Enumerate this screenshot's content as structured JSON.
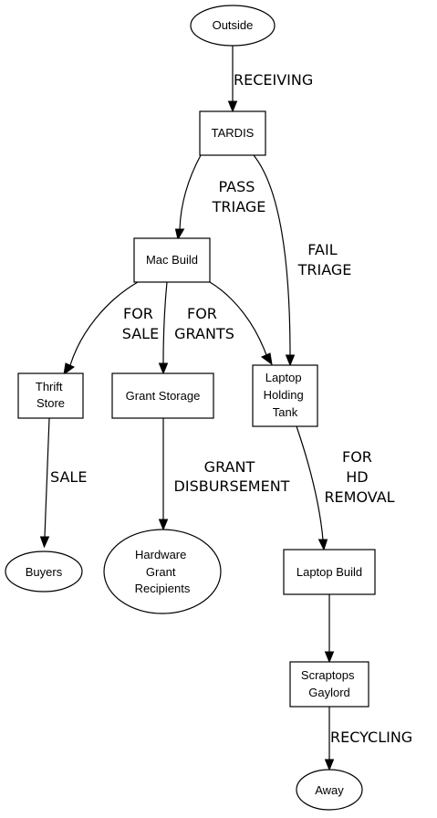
{
  "nodes": {
    "outside": "Outside",
    "tardis": "TARDIS",
    "mac_build": "Mac Build",
    "thrift_store": [
      "Thrift",
      "Store"
    ],
    "grant_storage": "Grant Storage",
    "laptop_holding_tank": [
      "Laptop",
      "Holding",
      "Tank"
    ],
    "buyers": "Buyers",
    "hardware_grant_recipients": [
      "Hardware",
      "Grant",
      "Recipients"
    ],
    "laptop_build": "Laptop Build",
    "scraptops_gaylord": [
      "Scraptops",
      "Gaylord"
    ],
    "away": "Away"
  },
  "edges": {
    "receiving": "RECEIVING",
    "pass_triage": [
      "PASS",
      "TRIAGE"
    ],
    "fail_triage": [
      "FAIL",
      "TRIAGE"
    ],
    "for_sale": [
      "FOR",
      "SALE"
    ],
    "for_grants": [
      "FOR",
      "GRANTS"
    ],
    "sale": "SALE",
    "grant_disbursement": [
      "GRANT",
      "DISBURSEMENT"
    ],
    "for_hd_removal": [
      "FOR",
      "HD",
      "REMOVAL"
    ],
    "recycling": "RECYCLING"
  }
}
